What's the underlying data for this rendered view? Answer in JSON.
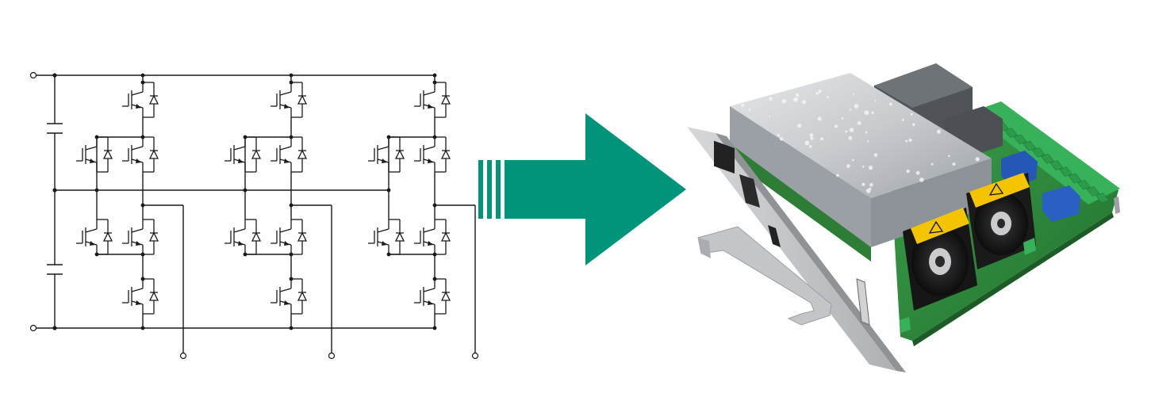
{
  "diagram": {
    "phase_count": 3,
    "legs": [
      "phase-1",
      "phase-2",
      "phase-3"
    ],
    "components": {
      "dc_link_capacitors": 2,
      "switches_per_leg": 6,
      "terminals_dc": 2,
      "terminals_ac": 3
    }
  },
  "arrow": {
    "color": "#00957a",
    "stripes": 3
  },
  "product": {
    "description_icon": "power-converter-module-photo",
    "warning_label_color": "#f5c400",
    "pcb_color": "#2f8f3c",
    "terminal_color": "#37b25a",
    "connector_color": "#2557b8",
    "panel_color": "#c9cbcd"
  }
}
